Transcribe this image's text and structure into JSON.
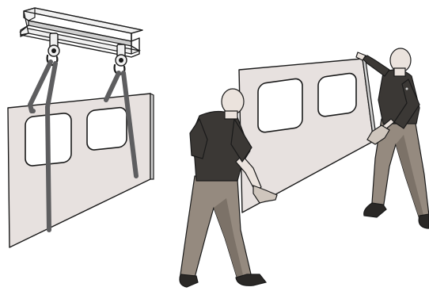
{
  "illustration": {
    "colors": {
      "outline": "#1a1a1a",
      "panel_fill": "#e7e1df",
      "beam_fill": "#f1f1f1",
      "beam_shade": "#cfcfcf",
      "strap": "#5e5e60",
      "shirt": "#3b3835",
      "trousers": "#958a7f",
      "trousers_shade": "#7c7268",
      "skin": "#ebe3dd",
      "gloves": "#cfc6bd",
      "shoes": "#2a2826",
      "window_fill": "#ffffff"
    },
    "left_scene": {
      "description_icons": [
        "overhead-beam-icon",
        "hoist-hook-icon",
        "lifting-strap-icon",
        "door-panel-icon"
      ],
      "strap_count": 2,
      "window_count": 2
    },
    "right_scene": {
      "description_icons": [
        "worker-icon",
        "door-panel-icon"
      ],
      "worker_count": 2,
      "window_count": 2
    }
  }
}
